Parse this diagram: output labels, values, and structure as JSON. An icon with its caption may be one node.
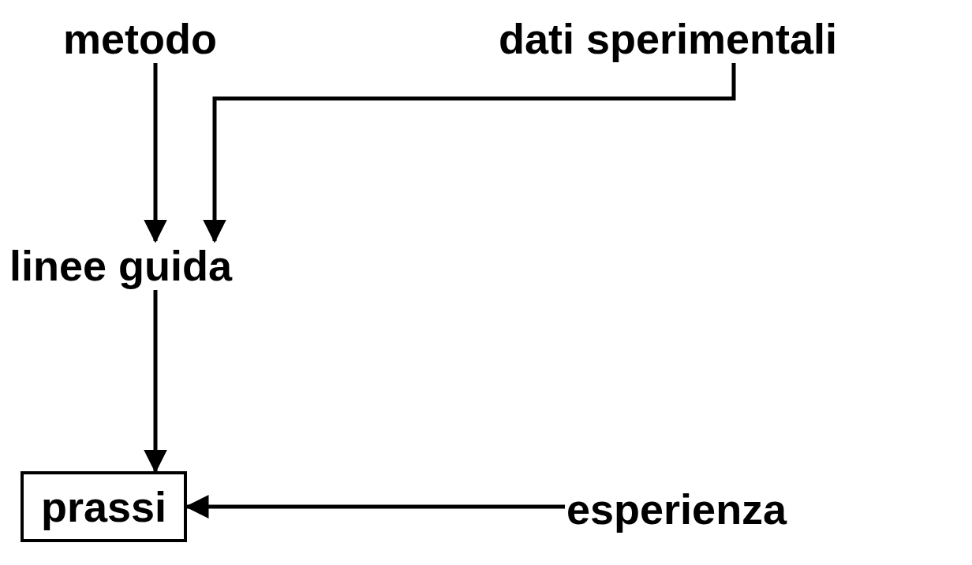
{
  "diagram": {
    "nodes": [
      {
        "text": [
          "metodo"
        ]
      },
      {
        "text": [
          "dati sperimentali"
        ]
      },
      {
        "text": [
          "linee guida"
        ]
      },
      {
        "text": [
          "prassi"
        ]
      },
      {
        "text": [
          "esperienza"
        ]
      }
    ],
    "edges": [
      {
        "from": 0,
        "to": 2,
        "arrow": "to"
      },
      {
        "from": 1,
        "to": 2,
        "arrow": "to"
      },
      {
        "from": 2,
        "to": 3,
        "arrow": "to"
      },
      {
        "from": 4,
        "to": 3,
        "arrow": "to"
      }
    ]
  }
}
